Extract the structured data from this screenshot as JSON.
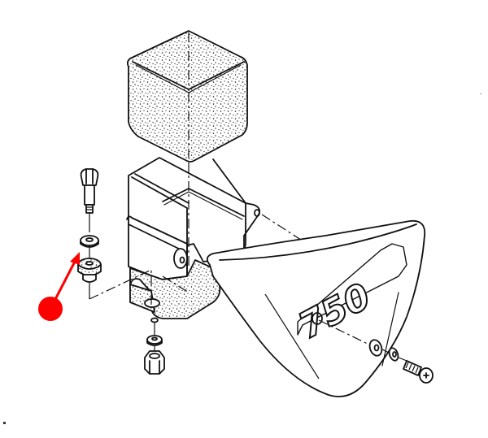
{
  "diagram": {
    "type": "exploded-parts-view",
    "subject": "Motorcycle side cover with air filter box",
    "badge_text": "750",
    "callout": {
      "color": "#ff0000",
      "target": "rubber-grommet",
      "marker": "red-dot"
    },
    "parts": [
      {
        "id": "air-filter-element",
        "label": "Foam air filter element"
      },
      {
        "id": "filter-housing",
        "label": "Filter housing / bracket"
      },
      {
        "id": "housing-foam-seal",
        "label": "Foam base seal"
      },
      {
        "id": "mounting-bolt",
        "label": "Hex shoulder bolt"
      },
      {
        "id": "flat-washer-upper",
        "label": "Flat washer"
      },
      {
        "id": "rubber-grommet",
        "label": "Rubber grommet"
      },
      {
        "id": "washer-lower",
        "label": "Washer"
      },
      {
        "id": "hex-nut",
        "label": "Hex nut"
      },
      {
        "id": "side-cover",
        "label": "Side cover panel"
      },
      {
        "id": "cover-washer-large",
        "label": "Rubber washer"
      },
      {
        "id": "cover-washer-small",
        "label": "Washer"
      },
      {
        "id": "cover-screw",
        "label": "Phillips screw"
      }
    ]
  }
}
